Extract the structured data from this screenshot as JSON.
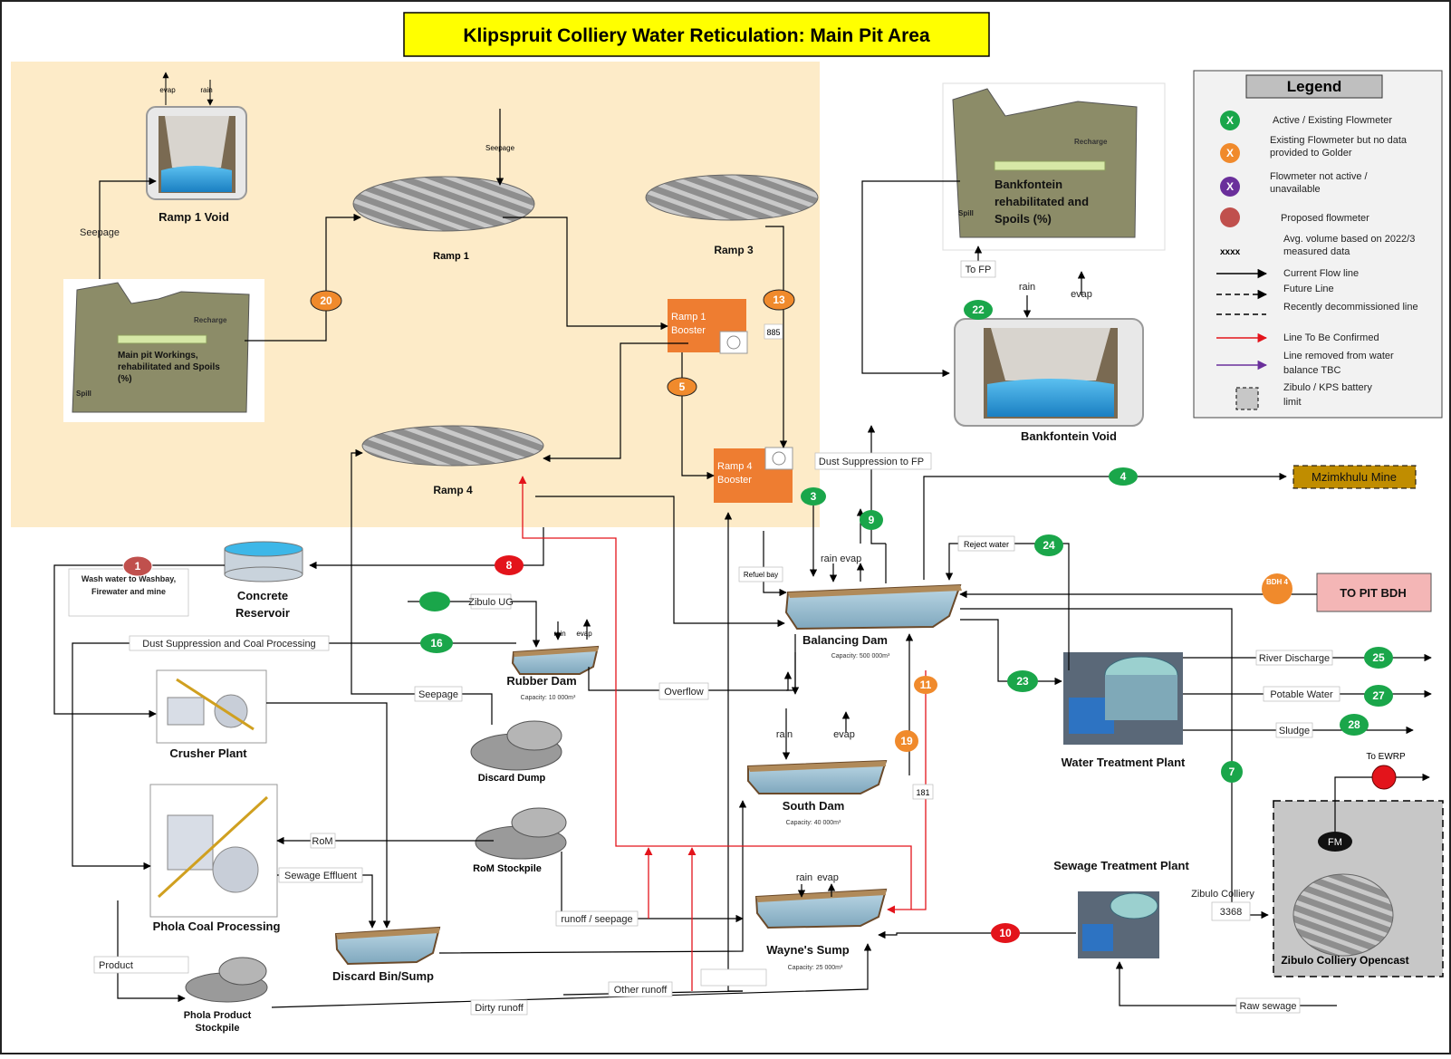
{
  "title": "Klipspruit Colliery Water Reticulation: Main Pit Area",
  "colors": {
    "title_bg": "#ffff00",
    "pit_area_bg": "#fdebc8",
    "flow_green": "#1aa64a",
    "flow_orange": "#f08a2c",
    "flow_red": "#e3141b",
    "flow_purple": "#6a2f9b",
    "booster_orange": "#ee7d31",
    "legend_bg": "#f2f2f2",
    "mzimkhulu_bg": "#c08d00",
    "pit_bdh_bg": "#f4b6b6",
    "zibulo_bg": "#c7c7c7"
  },
  "legend": {
    "title": "Legend",
    "items": [
      {
        "symbol": "X",
        "color": "green",
        "text": "Active / Existing Flowmeter"
      },
      {
        "symbol": "X",
        "color": "orange",
        "text": "Existing Flowmeter but no data provided to Golder"
      },
      {
        "symbol": "X",
        "color": "purple",
        "text": "Flowmeter not active / unavailable"
      },
      {
        "symbol": "",
        "color": "red",
        "text": "Proposed flowmeter"
      },
      {
        "symbol": "xxxx",
        "color": "",
        "text": "Avg. volume based on 2022/3 measured data"
      },
      {
        "symbol": "solid-arrow",
        "color": "",
        "text": "Current Flow line"
      },
      {
        "symbol": "dashed-arrow",
        "color": "",
        "text": "Future Line"
      },
      {
        "symbol": "dashed-line",
        "color": "",
        "text": "Recently decommissioned line"
      },
      {
        "symbol": "red-arrow",
        "color": "",
        "text": "Line To Be Confirmed"
      },
      {
        "symbol": "purple-arrow",
        "color": "",
        "text": "Line removed from water balance TBC"
      },
      {
        "symbol": "dashed-box",
        "color": "",
        "text": "Zibulo / KPS battery limit"
      }
    ]
  },
  "facilities": {
    "ramp1_void": "Ramp 1 Void",
    "main_pit": "Main pit Workings, rehabilitated and Spoils (%)",
    "ramp1": "Ramp 1",
    "ramp3": "Ramp 3",
    "ramp4": "Ramp 4",
    "ramp1_booster": "Ramp 1 Booster",
    "ramp4_booster": "Ramp 4 Booster",
    "bankfontein_rehab": "Bankfontein rehabilitated and Spoils (%)",
    "bankfontein_void": "Bankfontein Void",
    "concrete_reservoir": "Concrete Reservoir",
    "rubber_dam": "Rubber Dam",
    "rubber_dam_cap": "Capacity: 10 000m³",
    "balancing_dam": "Balancing Dam",
    "balancing_dam_cap": "Capacity: 500 000m³",
    "south_dam": "South Dam",
    "south_dam_cap": "Capacity: 40 000m³",
    "waynes_sump": "Wayne's Sump",
    "waynes_sump_cap": "Capacity: 25 000m³",
    "crusher_plant": "Crusher Plant",
    "phola_processing": "Phola Coal Processing",
    "discard_dump": "Discard  Dump",
    "rom_stockpile": "RoM Stockpile",
    "discard_bin": "Discard Bin/Sump",
    "phola_product": "Phola Product Stockpile",
    "water_treatment": "Water Treatment Plant",
    "sewage_treatment": "Sewage Treatment Plant",
    "zibulo_opencast": "Zibulo Colliery Opencast",
    "mzimkhulu": "Mzimkhulu Mine",
    "pit_bdh": "TO PIT BDH",
    "fm": "FM"
  },
  "labels": {
    "evap": "evap",
    "rain": "rain",
    "seepage": "Seepage",
    "recharge": "Recharge",
    "spill": "Spill",
    "wash_water": "Wash water to Washbay, Firewater and mine",
    "dust_coal": "Dust  Suppression  and  Coal  Processing",
    "zibulo_ug": "Zibulo UG",
    "overflow": "Overflow",
    "rom": "RoM",
    "sewage_effluent": "Sewage  Effluent",
    "product": "Product",
    "dirty_runoff": "Dirty runoff",
    "other_runoff": "Other runoff",
    "runoff_seepage": "runoff / seepage",
    "dust_fp": "Dust Suppression to FP",
    "refuel_bay": "Refuel bay",
    "reject_water": "Reject water",
    "to_fp": "To FP",
    "river_discharge": "River Discharge",
    "potable_water": "Potable  Water",
    "sludge": "Sludge",
    "to_ewrp": "To EWRP",
    "raw_sewage": "Raw sewage",
    "zibulo_colliery": "Zibulo Colliery",
    "rain_evap": "rain evap",
    "v885": "885",
    "v181": "181",
    "v3368": "3368",
    "bdh4": "BDH 4"
  },
  "flowmeters": [
    {
      "id": "1",
      "color": "red"
    },
    {
      "id": "3",
      "color": "green"
    },
    {
      "id": "4",
      "color": "green"
    },
    {
      "id": "5",
      "color": "orange"
    },
    {
      "id": "7",
      "color": "green"
    },
    {
      "id": "8",
      "color": "red"
    },
    {
      "id": "9",
      "color": "green"
    },
    {
      "id": "10",
      "color": "red"
    },
    {
      "id": "11",
      "color": "orange"
    },
    {
      "id": "13",
      "color": "orange"
    },
    {
      "id": "16",
      "color": "green"
    },
    {
      "id": "19",
      "color": "orange"
    },
    {
      "id": "20",
      "color": "orange"
    },
    {
      "id": "22",
      "color": "green"
    },
    {
      "id": "23",
      "color": "green"
    },
    {
      "id": "24",
      "color": "green"
    },
    {
      "id": "25",
      "color": "green"
    },
    {
      "id": "27",
      "color": "green"
    },
    {
      "id": "28",
      "color": "green"
    },
    {
      "id": "",
      "color": "green"
    },
    {
      "id": "",
      "color": "red"
    }
  ]
}
